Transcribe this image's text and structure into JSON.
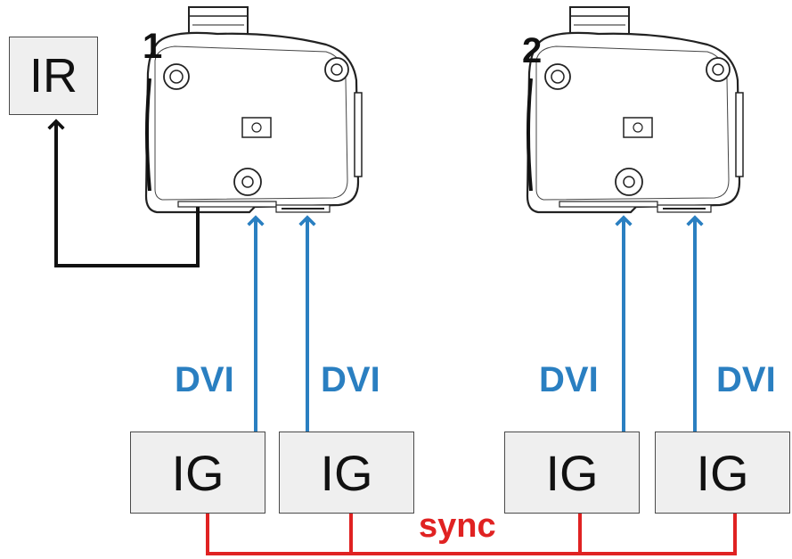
{
  "colors": {
    "dvi": "#2a7fc1",
    "sync": "#e02222",
    "ir_line": "#111111",
    "box_fill": "#efefef",
    "projector_outline": "#222222"
  },
  "projectors": [
    {
      "number": "1",
      "icon": "projector-icon"
    },
    {
      "number": "2",
      "icon": "projector-icon"
    }
  ],
  "ir": {
    "label": "IR"
  },
  "image_generators": [
    {
      "label": "IG"
    },
    {
      "label": "IG"
    },
    {
      "label": "IG"
    },
    {
      "label": "IG"
    }
  ],
  "connections": [
    {
      "label": "DVI"
    },
    {
      "label": "DVI"
    },
    {
      "label": "DVI"
    },
    {
      "label": "DVI"
    }
  ],
  "sync": {
    "label": "sync"
  }
}
